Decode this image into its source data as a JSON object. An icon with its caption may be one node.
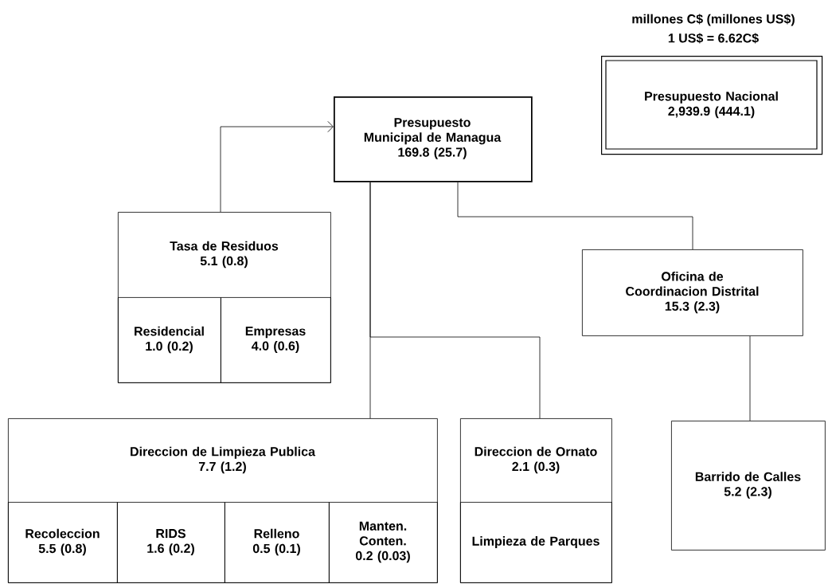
{
  "diagram": {
    "nodes": [
      {
        "text": [
          "Presupuesto Nacional",
          "2,939.9 (444.1)"
        ]
      },
      {
        "text": [
          "Presupuesto Municipal de Managua",
          "169.8 (25.7)"
        ]
      },
      {
        "text": [
          "Tasa de Residuos",
          "5.1 (0.8)"
        ]
      },
      {
        "text": [
          "Residencial",
          "1.0 (0.2)"
        ],
        "in": 2
      },
      {
        "text": [
          "Empresas",
          "4.0 (0.6)"
        ],
        "in": 2
      },
      {
        "text": [
          "Oficina de Coordinacion Distrital",
          "15.3 (2.3)"
        ]
      },
      {
        "text": [
          "Direccion de Limpieza Publica",
          "7.7 (1.2)"
        ]
      },
      {
        "text": [
          "Recoleccion",
          "5.5 (0.8)"
        ],
        "in": 6
      },
      {
        "text": [
          "RIDS",
          "1.6 (0.2)"
        ],
        "in": 6
      },
      {
        "text": [
          "Relleno",
          "0.5 (0.1)"
        ],
        "in": 6
      },
      {
        "text": [
          "Manten. Conten.",
          "0.2 (0.03)"
        ],
        "in": 6
      },
      {
        "text": [
          "Direccion de Ornato",
          "2.1 (0.3)"
        ]
      },
      {
        "text": [
          "Limpieza de Parques"
        ],
        "in": 11
      },
      {
        "text": [
          "Barrido de Calles",
          "5.2 (2.3)"
        ]
      }
    ],
    "edges": [
      {
        "from": 2,
        "to": 1,
        "arrow": "to"
      },
      {
        "from": 1,
        "to": 6,
        "arrow": "none"
      },
      {
        "from": 1,
        "to": 11,
        "arrow": "none"
      },
      {
        "from": 1,
        "to": 5,
        "arrow": "none"
      },
      {
        "from": 5,
        "to": 13,
        "arrow": "none"
      }
    ],
    "labels": [
      "millones C$ (millones US$)",
      "1 US$ = 6.62C$"
    ]
  }
}
